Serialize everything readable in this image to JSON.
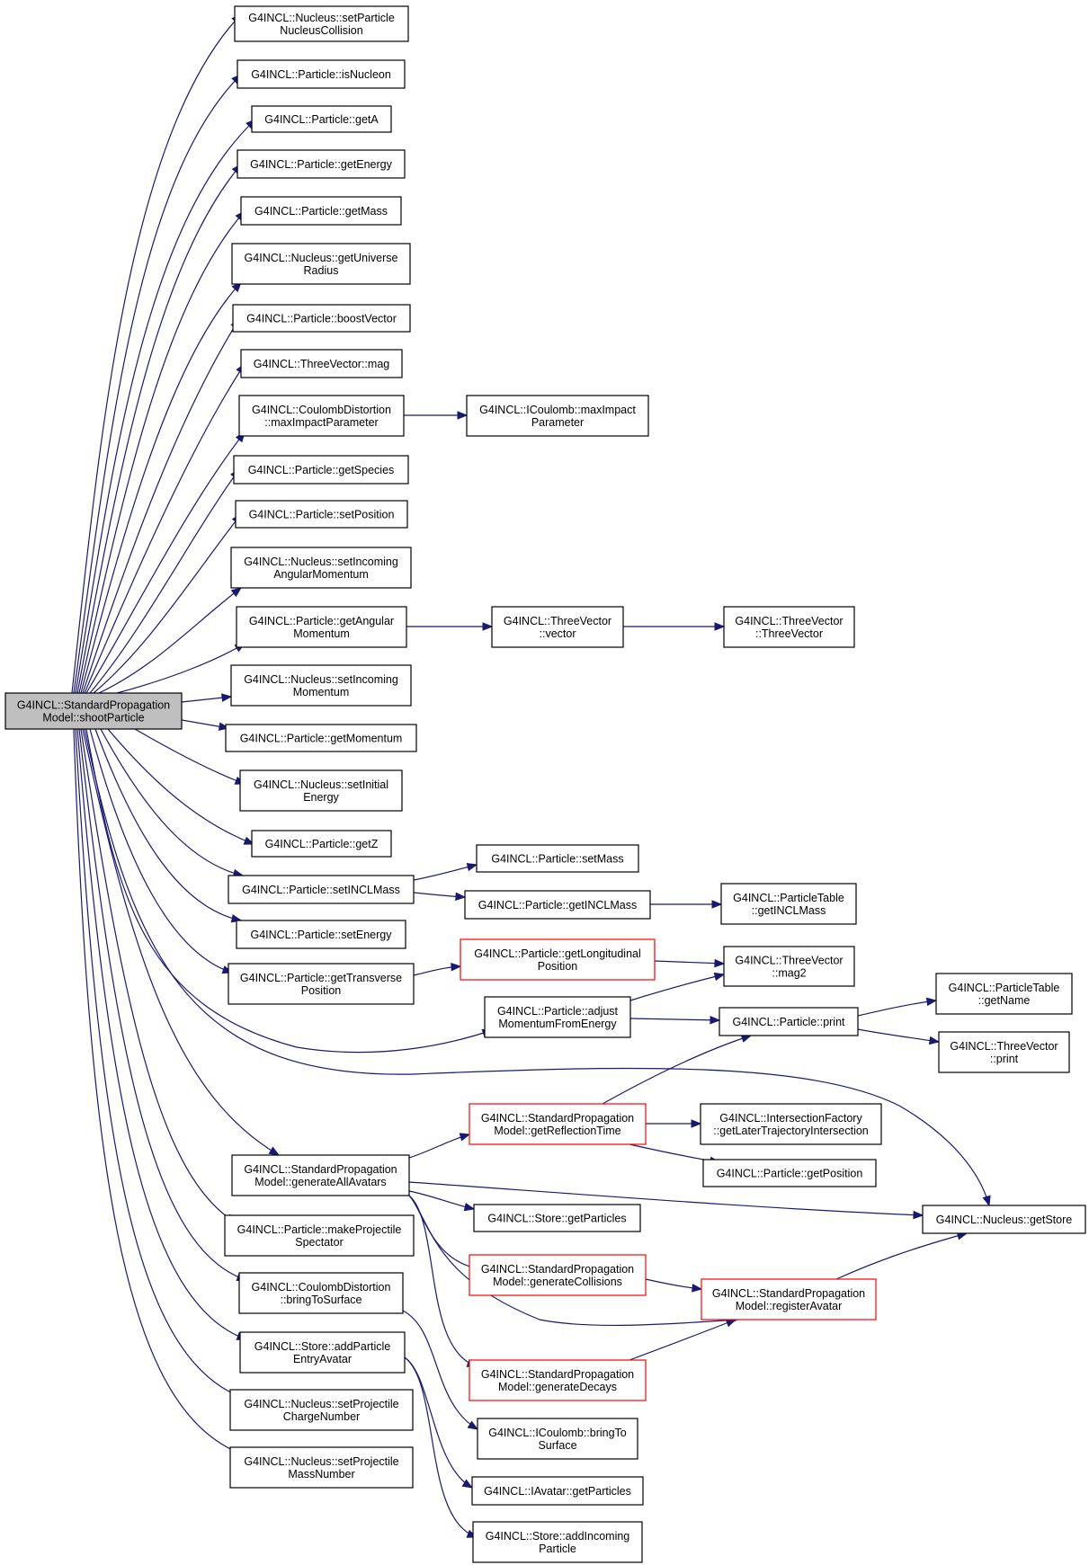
{
  "colors": {
    "edge": "#191970",
    "root_fill": "#bfbfbf",
    "red_border": "#ff0000",
    "border": "#000000"
  },
  "nodes": [
    {
      "id": "n0",
      "lines": [
        "G4INCL::StandardPropagation",
        "Model::shootParticle"
      ],
      "root": true
    },
    {
      "id": "n1",
      "lines": [
        "G4INCL::Nucleus::setParticle",
        "NucleusCollision"
      ]
    },
    {
      "id": "n2",
      "lines": [
        "G4INCL::Particle::isNucleon"
      ]
    },
    {
      "id": "n3",
      "lines": [
        "G4INCL::Particle::getA"
      ]
    },
    {
      "id": "n4",
      "lines": [
        "G4INCL::Particle::getEnergy"
      ]
    },
    {
      "id": "n5",
      "lines": [
        "G4INCL::Particle::getMass"
      ]
    },
    {
      "id": "n6",
      "lines": [
        "G4INCL::Nucleus::getUniverse",
        "Radius"
      ]
    },
    {
      "id": "n7",
      "lines": [
        "G4INCL::Particle::boostVector"
      ]
    },
    {
      "id": "n8",
      "lines": [
        "G4INCL::ThreeVector::mag"
      ]
    },
    {
      "id": "n9",
      "lines": [
        "G4INCL::CoulombDistortion",
        "::maxImpactParameter"
      ]
    },
    {
      "id": "n10",
      "lines": [
        "G4INCL::ICoulomb::maxImpact",
        "Parameter"
      ]
    },
    {
      "id": "n11",
      "lines": [
        "G4INCL::Particle::getSpecies"
      ]
    },
    {
      "id": "n12",
      "lines": [
        "G4INCL::Particle::setPosition"
      ]
    },
    {
      "id": "n13",
      "lines": [
        "G4INCL::Nucleus::setIncoming",
        "AngularMomentum"
      ]
    },
    {
      "id": "n14",
      "lines": [
        "G4INCL::Particle::getAngular",
        "Momentum"
      ]
    },
    {
      "id": "n15",
      "lines": [
        "G4INCL::ThreeVector",
        "::vector"
      ]
    },
    {
      "id": "n16",
      "lines": [
        "G4INCL::ThreeVector",
        "::ThreeVector"
      ]
    },
    {
      "id": "n17",
      "lines": [
        "G4INCL::Nucleus::setIncoming",
        "Momentum"
      ]
    },
    {
      "id": "n18",
      "lines": [
        "G4INCL::Particle::getMomentum"
      ]
    },
    {
      "id": "n19",
      "lines": [
        "G4INCL::Nucleus::setInitial",
        "Energy"
      ]
    },
    {
      "id": "n20",
      "lines": [
        "G4INCL::Particle::getZ"
      ]
    },
    {
      "id": "n21",
      "lines": [
        "G4INCL::Particle::setINCLMass"
      ]
    },
    {
      "id": "n22",
      "lines": [
        "G4INCL::Particle::setMass"
      ]
    },
    {
      "id": "n23",
      "lines": [
        "G4INCL::Particle::getINCLMass"
      ]
    },
    {
      "id": "n24",
      "lines": [
        "G4INCL::ParticleTable",
        "::getINCLMass"
      ]
    },
    {
      "id": "n25",
      "lines": [
        "G4INCL::Particle::setEnergy"
      ]
    },
    {
      "id": "n26",
      "lines": [
        "G4INCL::Particle::getTransverse",
        "Position"
      ]
    },
    {
      "id": "n27",
      "lines": [
        "G4INCL::Particle::getLongitudinal",
        "Position"
      ],
      "red": true
    },
    {
      "id": "n28",
      "lines": [
        "G4INCL::ThreeVector",
        "::mag2"
      ]
    },
    {
      "id": "n29",
      "lines": [
        "G4INCL::Particle::adjust",
        "MomentumFromEnergy"
      ]
    },
    {
      "id": "n30",
      "lines": [
        "G4INCL::Particle::print"
      ]
    },
    {
      "id": "n31",
      "lines": [
        "G4INCL::ParticleTable",
        "::getName"
      ]
    },
    {
      "id": "n32",
      "lines": [
        "G4INCL::ThreeVector",
        "::print"
      ]
    },
    {
      "id": "n33",
      "lines": [
        "G4INCL::StandardPropagation",
        "Model::getReflectionTime"
      ],
      "red": true
    },
    {
      "id": "n34",
      "lines": [
        "G4INCL::IntersectionFactory",
        "::getLaterTrajectoryIntersection"
      ]
    },
    {
      "id": "n35",
      "lines": [
        "G4INCL::StandardPropagation",
        "Model::generateAllAvatars"
      ]
    },
    {
      "id": "n36",
      "lines": [
        "G4INCL::Particle::getPosition"
      ]
    },
    {
      "id": "n37",
      "lines": [
        "G4INCL::Store::getParticles"
      ]
    },
    {
      "id": "n38",
      "lines": [
        "G4INCL::Nucleus::getStore"
      ]
    },
    {
      "id": "n39",
      "lines": [
        "G4INCL::Particle::makeProjectile",
        "Spectator"
      ]
    },
    {
      "id": "n40",
      "lines": [
        "G4INCL::StandardPropagation",
        "Model::generateCollisions"
      ],
      "red": true
    },
    {
      "id": "n41",
      "lines": [
        "G4INCL::StandardPropagation",
        "Model::registerAvatar"
      ],
      "red": true
    },
    {
      "id": "n42",
      "lines": [
        "G4INCL::CoulombDistortion",
        "::bringToSurface"
      ]
    },
    {
      "id": "n43",
      "lines": [
        "G4INCL::Store::addParticle",
        "EntryAvatar"
      ]
    },
    {
      "id": "n44",
      "lines": [
        "G4INCL::StandardPropagation",
        "Model::generateDecays"
      ],
      "red": true
    },
    {
      "id": "n45",
      "lines": [
        "G4INCL::Nucleus::setProjectile",
        "ChargeNumber"
      ]
    },
    {
      "id": "n46",
      "lines": [
        "G4INCL::ICoulomb::bringTo",
        "Surface"
      ]
    },
    {
      "id": "n47",
      "lines": [
        "G4INCL::IAvatar::getParticles"
      ]
    },
    {
      "id": "n48",
      "lines": [
        "G4INCL::Nucleus::setProjectile",
        "MassNumber"
      ]
    },
    {
      "id": "n49",
      "lines": [
        "G4INCL::Store::addIncoming",
        "Particle"
      ]
    }
  ],
  "edges": [
    [
      "n0",
      "n1"
    ],
    [
      "n0",
      "n2"
    ],
    [
      "n0",
      "n3"
    ],
    [
      "n0",
      "n4"
    ],
    [
      "n0",
      "n5"
    ],
    [
      "n0",
      "n6"
    ],
    [
      "n0",
      "n7"
    ],
    [
      "n0",
      "n8"
    ],
    [
      "n0",
      "n9"
    ],
    [
      "n0",
      "n11"
    ],
    [
      "n0",
      "n12"
    ],
    [
      "n0",
      "n13"
    ],
    [
      "n0",
      "n14"
    ],
    [
      "n0",
      "n17"
    ],
    [
      "n0",
      "n18"
    ],
    [
      "n0",
      "n19"
    ],
    [
      "n0",
      "n20"
    ],
    [
      "n0",
      "n21"
    ],
    [
      "n0",
      "n25"
    ],
    [
      "n0",
      "n26"
    ],
    [
      "n0",
      "n29"
    ],
    [
      "n0",
      "n38"
    ],
    [
      "n0",
      "n35"
    ],
    [
      "n0",
      "n39"
    ],
    [
      "n0",
      "n42"
    ],
    [
      "n0",
      "n43"
    ],
    [
      "n0",
      "n45"
    ],
    [
      "n0",
      "n48"
    ],
    [
      "n9",
      "n10"
    ],
    [
      "n14",
      "n15"
    ],
    [
      "n15",
      "n16"
    ],
    [
      "n21",
      "n22"
    ],
    [
      "n21",
      "n23"
    ],
    [
      "n23",
      "n24"
    ],
    [
      "n26",
      "n27"
    ],
    [
      "n27",
      "n28"
    ],
    [
      "n29",
      "n28"
    ],
    [
      "n29",
      "n30"
    ],
    [
      "n30",
      "n31"
    ],
    [
      "n30",
      "n32"
    ],
    [
      "n33",
      "n30"
    ],
    [
      "n33",
      "n34"
    ],
    [
      "n33",
      "n36"
    ],
    [
      "n35",
      "n33"
    ],
    [
      "n35",
      "n38"
    ],
    [
      "n35",
      "n37"
    ],
    [
      "n35",
      "n40"
    ],
    [
      "n35",
      "n41"
    ],
    [
      "n35",
      "n44"
    ],
    [
      "n40",
      "n41"
    ],
    [
      "n44",
      "n41"
    ],
    [
      "n41",
      "n38"
    ],
    [
      "n42",
      "n46"
    ],
    [
      "n43",
      "n47"
    ],
    [
      "n43",
      "n49"
    ]
  ]
}
